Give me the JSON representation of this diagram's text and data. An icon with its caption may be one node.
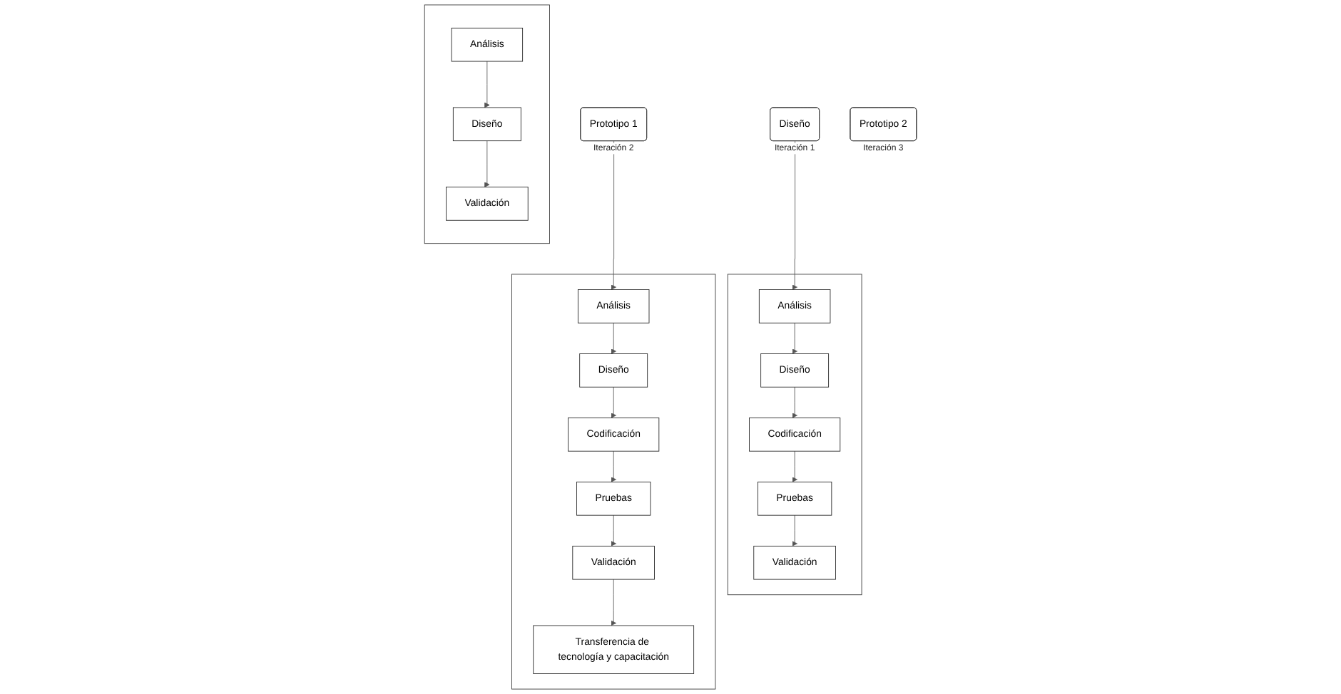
{
  "diagram": {
    "nodes": [
      {
        "text": [],
        "shape": "box"
      },
      {
        "text": [
          "Análisis"
        ],
        "in": 0
      },
      {
        "text": [
          "Diseño"
        ],
        "in": 0
      },
      {
        "text": [
          "Validación"
        ],
        "in": 0
      },
      {
        "text": [],
        "shape": "box"
      },
      {
        "text": [
          "Análisis"
        ],
        "in": 4
      },
      {
        "text": [
          "Diseño"
        ],
        "in": 4
      },
      {
        "text": [
          "Codificación"
        ],
        "in": 4
      },
      {
        "text": [
          "Pruebas"
        ],
        "in": 4
      },
      {
        "text": [
          "Validación"
        ],
        "in": 4
      },
      {
        "text": [],
        "shape": "box"
      },
      {
        "text": [
          "Análisis"
        ],
        "in": 10
      },
      {
        "text": [
          "Diseño"
        ],
        "in": 10
      },
      {
        "text": [
          "Codificación"
        ],
        "in": 10
      },
      {
        "text": [
          "Pruebas"
        ],
        "in": 10
      },
      {
        "text": [
          "Validación"
        ],
        "in": 10
      },
      {
        "text": [
          "Transferencia de tecnología y capacitación"
        ],
        "in": 10
      },
      {
        "text": [
          "Diseño"
        ],
        "beside": [
          "Iteración 1"
        ]
      },
      {
        "text": [
          "Prototipo 1"
        ],
        "beside": [
          "Iteración 2"
        ]
      },
      {
        "text": [
          "Prototipo 2"
        ],
        "beside": [
          "Iteración 3"
        ]
      }
    ],
    "edges": [
      {
        "from": 1,
        "to": 2,
        "arrow": "to"
      },
      {
        "from": 2,
        "to": 3,
        "arrow": "to"
      },
      {
        "from": 5,
        "to": 6,
        "arrow": "to"
      },
      {
        "from": 6,
        "to": 7,
        "arrow": "to"
      },
      {
        "from": 7,
        "to": 8,
        "arrow": "to"
      },
      {
        "from": 8,
        "to": 9,
        "arrow": "to"
      },
      {
        "from": 11,
        "to": 12,
        "arrow": "to"
      },
      {
        "from": 12,
        "to": 13,
        "arrow": "to"
      },
      {
        "from": 13,
        "to": 14,
        "arrow": "to"
      },
      {
        "from": 14,
        "to": 15,
        "arrow": "to"
      },
      {
        "from": 15,
        "to": 16,
        "arrow": "to"
      },
      {
        "from": 17,
        "to": 5,
        "arrow": "to"
      },
      {
        "from": 18,
        "to": 11,
        "arrow": "to"
      }
    ]
  }
}
